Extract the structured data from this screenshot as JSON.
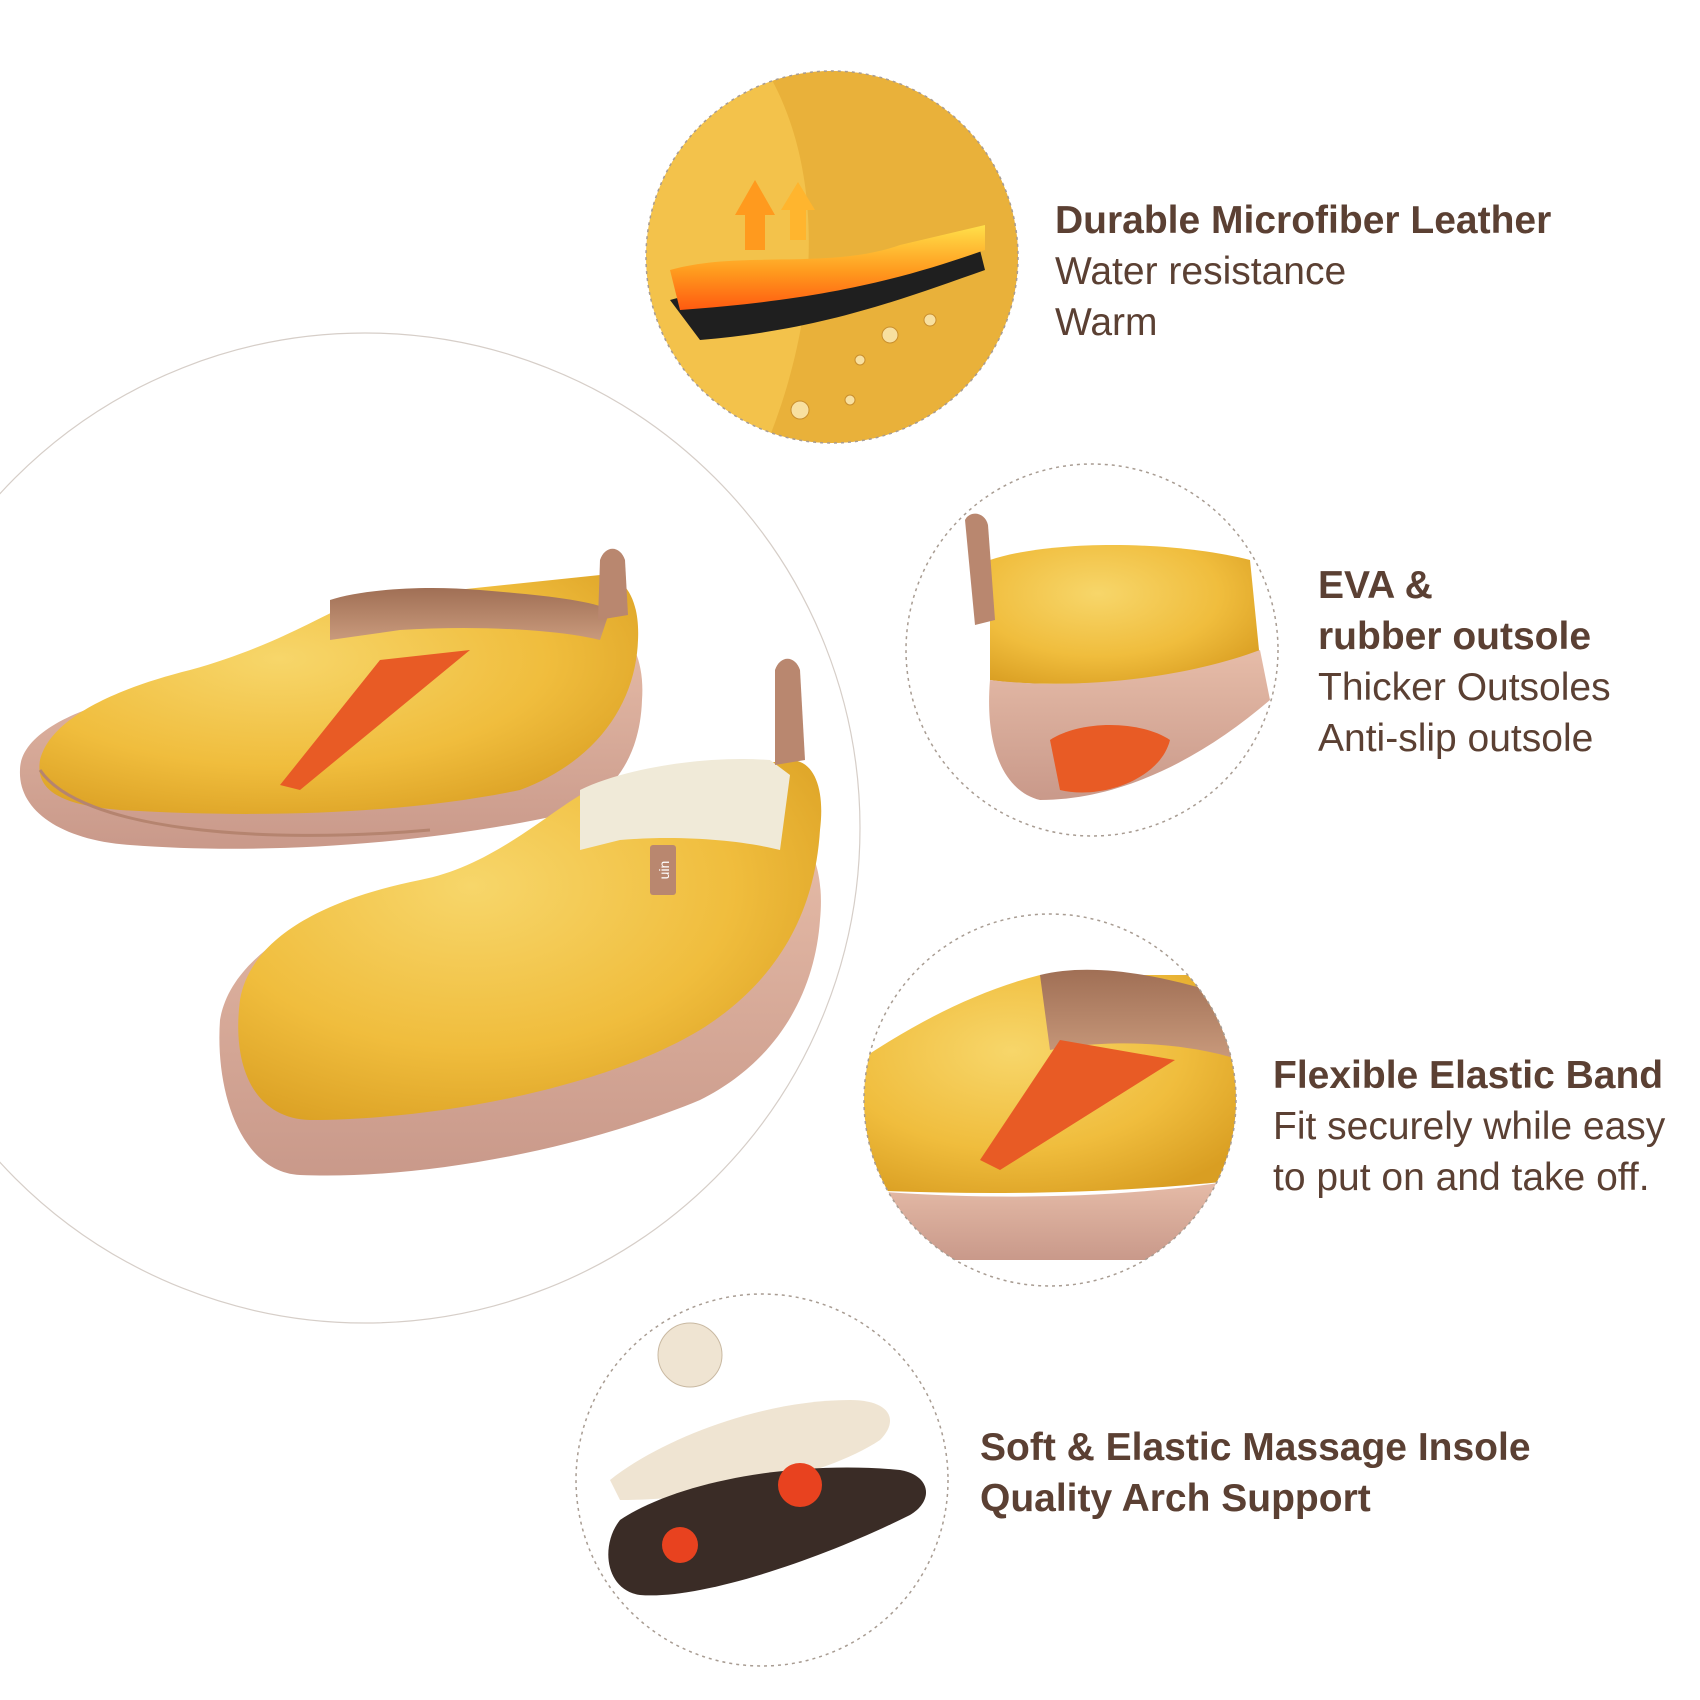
{
  "colors": {
    "shoe_yellow": "#f2c043",
    "sole_tan": "#dcae9a",
    "elastic_orange": "#e85b25",
    "text_brown": "#5b4033",
    "dotted_border": "#a89c92"
  },
  "features": [
    {
      "title": "Durable Microfiber Leather",
      "lines": [
        "Water resistance",
        "Warm"
      ]
    },
    {
      "title_lines": [
        "EVA &",
        "rubber outsole"
      ],
      "lines": [
        "Thicker Outsoles",
        "Anti-slip outsole"
      ]
    },
    {
      "title": "Flexible Elastic Band",
      "lines": [
        "Fit securely while easy",
        "to put on and take off."
      ]
    },
    {
      "title_lines": [
        "Soft & Elastic Massage Insole",
        "Quality Arch Support"
      ]
    }
  ],
  "brand": {
    "label": "uin"
  }
}
